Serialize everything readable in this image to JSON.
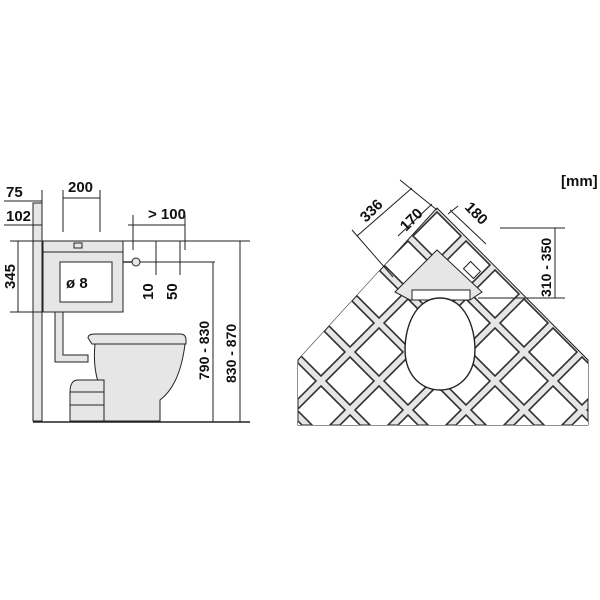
{
  "unit_label": "[mm]",
  "side_view": {
    "dim_wall_thickness": "75",
    "dim_wall_to_outlet": "102",
    "dim_cistern_width": "200",
    "dim_inlet_offset": "> 100",
    "dim_cistern_height": "345",
    "dim_pipe_diameter": "ø 8",
    "dim_inlet_drop_1": "10",
    "dim_inlet_drop_2": "50",
    "dim_height_range_1": "790 - 830",
    "dim_height_range_2": "830 - 870"
  },
  "corner_view": {
    "dim_diagonal": "336",
    "dim_left_edge": "170",
    "dim_right_edge": "180",
    "dim_height_range": "310 - 350"
  },
  "colors": {
    "line": "#222222",
    "fill_grey": "#e6e6e6",
    "background": "#ffffff"
  }
}
